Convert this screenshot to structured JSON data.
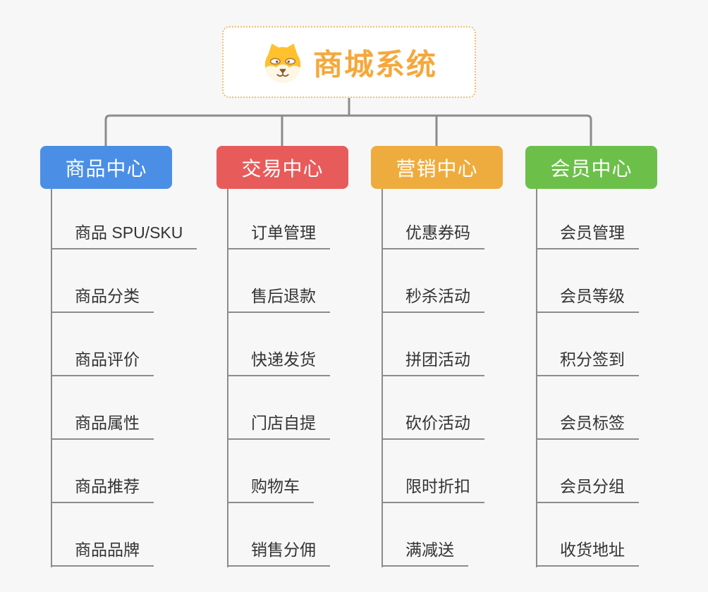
{
  "page": {
    "background_color": "#f7f7f7"
  },
  "root": {
    "title": "商城系统",
    "icon": "shiba-dog-icon",
    "title_color": "#f5a83c",
    "border_color": "#f0bc72"
  },
  "lines": {
    "color": "#8c8c8c"
  },
  "branches": [
    {
      "label": "商品中心",
      "color": "#4a8fe5",
      "items": [
        "商品 SPU/SKU",
        "商品分类",
        "商品评价",
        "商品属性",
        "商品推荐",
        "商品品牌"
      ]
    },
    {
      "label": "交易中心",
      "color": "#e85b5b",
      "items": [
        "订单管理",
        "售后退款",
        "快递发货",
        "门店自提",
        "购物车",
        "销售分佣"
      ]
    },
    {
      "label": "营销中心",
      "color": "#efac3e",
      "items": [
        "优惠券码",
        "秒杀活动",
        "拼团活动",
        "砍价活动",
        "限时折扣",
        "满减送"
      ]
    },
    {
      "label": "会员中心",
      "color": "#6cc04a",
      "items": [
        "会员管理",
        "会员等级",
        "积分签到",
        "会员标签",
        "会员分组",
        "收货地址"
      ]
    }
  ]
}
